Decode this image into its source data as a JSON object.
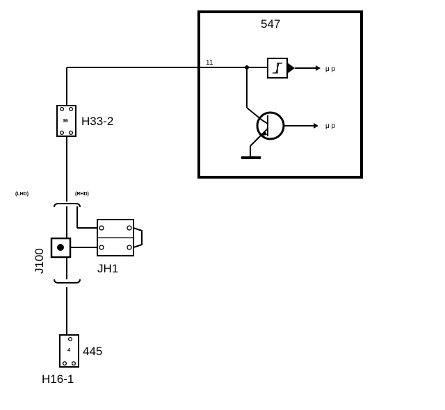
{
  "module": {
    "id": "547",
    "pin": "11",
    "input_out": "μ p",
    "transistor_out": "μ p"
  },
  "connectors": {
    "upper": {
      "id": "H33-2",
      "pin": "36"
    },
    "lower": {
      "id": "H16-1",
      "wire": "445",
      "pin": "4"
    }
  },
  "variants": {
    "left": "(LHD)",
    "right": "(RHD)"
  },
  "junction": {
    "id": "J100"
  },
  "jumper": {
    "id": "JH1"
  }
}
